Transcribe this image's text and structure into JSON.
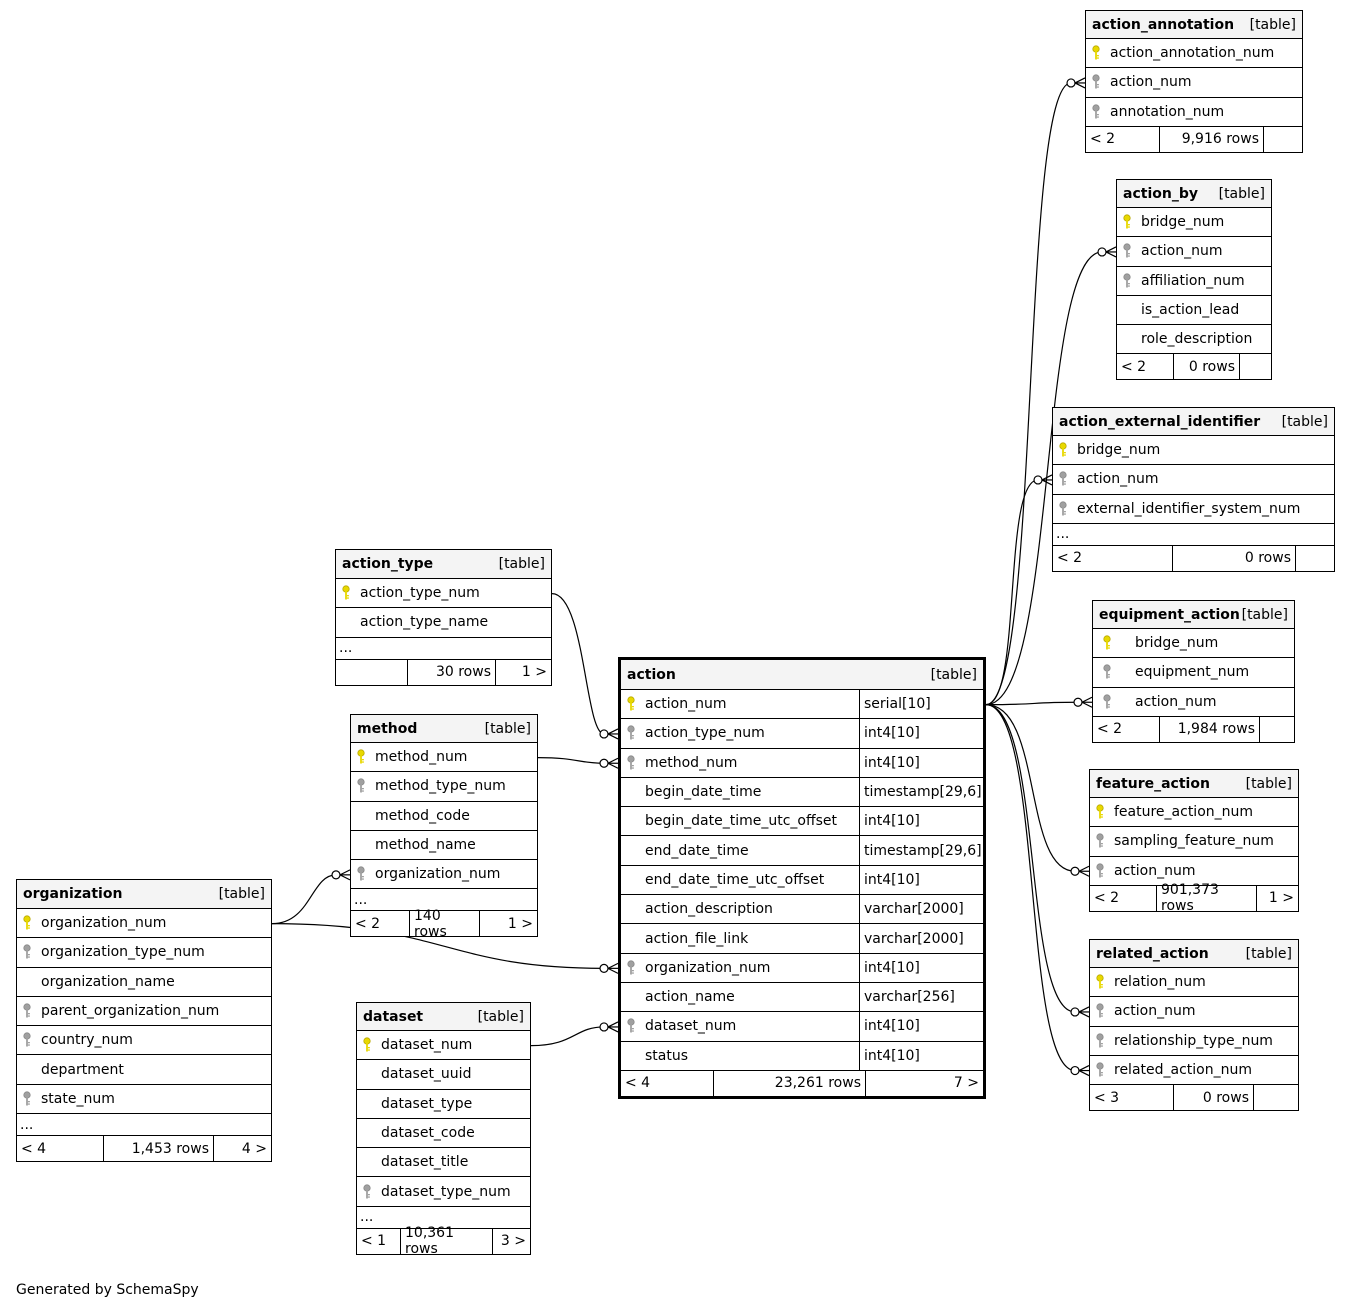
{
  "colors": {
    "pk": "#e8d800",
    "fk": "#a0a0a0"
  },
  "footer": "Generated by SchemaSpy",
  "tables": {
    "action_annotation": {
      "name": "action_annotation",
      "kind": "[table]",
      "columns": [
        {
          "name": "action_annotation_num",
          "key": "pk"
        },
        {
          "name": "action_num",
          "key": "fk"
        },
        {
          "name": "annotation_num",
          "key": "fk"
        }
      ],
      "parents": "< 2",
      "rows": "9,916 rows",
      "children": ""
    },
    "action_by": {
      "name": "action_by",
      "kind": "[table]",
      "columns": [
        {
          "name": "bridge_num",
          "key": "pk"
        },
        {
          "name": "action_num",
          "key": "fk"
        },
        {
          "name": "affiliation_num",
          "key": "fk"
        },
        {
          "name": "is_action_lead",
          "key": ""
        },
        {
          "name": "role_description",
          "key": ""
        }
      ],
      "parents": "< 2",
      "rows": "0 rows",
      "children": ""
    },
    "action_external_identifier": {
      "name": "action_external_identifier",
      "kind": "[table]",
      "columns": [
        {
          "name": "bridge_num",
          "key": "pk"
        },
        {
          "name": "action_num",
          "key": "fk"
        },
        {
          "name": "external_identifier_system_num",
          "key": "fk"
        },
        {
          "name": "...",
          "key": "ellipsis"
        }
      ],
      "parents": "< 2",
      "rows": "0 rows",
      "children": ""
    },
    "equipment_action": {
      "name": "equipment_action",
      "kind": "[table]",
      "columns": [
        {
          "name": "bridge_num",
          "key": "pk"
        },
        {
          "name": "equipment_num",
          "key": "fk"
        },
        {
          "name": "action_num",
          "key": "fk"
        }
      ],
      "parents": "< 2",
      "rows": "1,984 rows",
      "children": ""
    },
    "feature_action": {
      "name": "feature_action",
      "kind": "[table]",
      "columns": [
        {
          "name": "feature_action_num",
          "key": "pk"
        },
        {
          "name": "sampling_feature_num",
          "key": "fk"
        },
        {
          "name": "action_num",
          "key": "fk"
        }
      ],
      "parents": "< 2",
      "rows": "901,373 rows",
      "children": "1 >"
    },
    "related_action": {
      "name": "related_action",
      "kind": "[table]",
      "columns": [
        {
          "name": "relation_num",
          "key": "pk"
        },
        {
          "name": "action_num",
          "key": "fk"
        },
        {
          "name": "relationship_type_num",
          "key": "fk"
        },
        {
          "name": "related_action_num",
          "key": "fk"
        }
      ],
      "parents": "< 3",
      "rows": "0 rows",
      "children": ""
    },
    "action_type": {
      "name": "action_type",
      "kind": "[table]",
      "columns": [
        {
          "name": "action_type_num",
          "key": "pk"
        },
        {
          "name": "action_type_name",
          "key": ""
        },
        {
          "name": "...",
          "key": "ellipsis"
        }
      ],
      "parents": "",
      "rows": "30 rows",
      "children": "1 >"
    },
    "method": {
      "name": "method",
      "kind": "[table]",
      "columns": [
        {
          "name": "method_num",
          "key": "pk"
        },
        {
          "name": "method_type_num",
          "key": "fk"
        },
        {
          "name": "method_code",
          "key": ""
        },
        {
          "name": "method_name",
          "key": ""
        },
        {
          "name": "organization_num",
          "key": "fk"
        },
        {
          "name": "...",
          "key": "ellipsis"
        }
      ],
      "parents": "< 2",
      "rows": "140 rows",
      "children": "1 >"
    },
    "organization": {
      "name": "organization",
      "kind": "[table]",
      "columns": [
        {
          "name": "organization_num",
          "key": "pk"
        },
        {
          "name": "organization_type_num",
          "key": "fk"
        },
        {
          "name": "organization_name",
          "key": ""
        },
        {
          "name": "parent_organization_num",
          "key": "fk"
        },
        {
          "name": "country_num",
          "key": "fk"
        },
        {
          "name": "department",
          "key": ""
        },
        {
          "name": "state_num",
          "key": "fk"
        },
        {
          "name": "...",
          "key": "ellipsis"
        }
      ],
      "parents": "< 4",
      "rows": "1,453 rows",
      "children": "4 >"
    },
    "dataset": {
      "name": "dataset",
      "kind": "[table]",
      "columns": [
        {
          "name": "dataset_num",
          "key": "pk"
        },
        {
          "name": "dataset_uuid",
          "key": ""
        },
        {
          "name": "dataset_type",
          "key": ""
        },
        {
          "name": "dataset_code",
          "key": ""
        },
        {
          "name": "dataset_title",
          "key": ""
        },
        {
          "name": "dataset_type_num",
          "key": "fk"
        },
        {
          "name": "...",
          "key": "ellipsis"
        }
      ],
      "parents": "< 1",
      "rows": "10,361 rows",
      "children": "3 >"
    },
    "action": {
      "name": "action",
      "kind": "[table]",
      "columns": [
        {
          "name": "action_num",
          "key": "pk",
          "type": "serial[10]"
        },
        {
          "name": "action_type_num",
          "key": "fk",
          "type": "int4[10]"
        },
        {
          "name": "method_num",
          "key": "fk",
          "type": "int4[10]"
        },
        {
          "name": "begin_date_time",
          "key": "",
          "type": "timestamp[29,6]"
        },
        {
          "name": "begin_date_time_utc_offset",
          "key": "",
          "type": "int4[10]"
        },
        {
          "name": "end_date_time",
          "key": "",
          "type": "timestamp[29,6]"
        },
        {
          "name": "end_date_time_utc_offset",
          "key": "",
          "type": "int4[10]"
        },
        {
          "name": "action_description",
          "key": "",
          "type": "varchar[2000]"
        },
        {
          "name": "action_file_link",
          "key": "",
          "type": "varchar[2000]"
        },
        {
          "name": "organization_num",
          "key": "fk",
          "type": "int4[10]"
        },
        {
          "name": "action_name",
          "key": "",
          "type": "varchar[256]"
        },
        {
          "name": "dataset_num",
          "key": "fk",
          "type": "int4[10]"
        },
        {
          "name": "status",
          "key": "",
          "type": "int4[10]"
        }
      ],
      "parents": "< 4",
      "rows": "23,261 rows",
      "children": "7 >"
    }
  }
}
